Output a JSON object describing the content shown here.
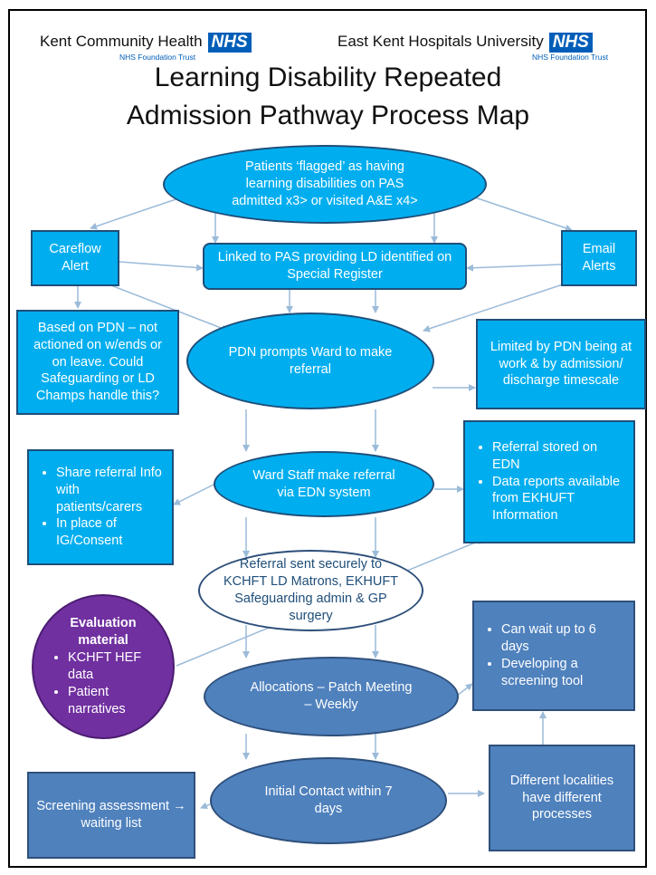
{
  "header": {
    "left_org": "Kent Community Health",
    "left_badge": "NHS",
    "left_sub": "NHS Foundation Trust",
    "right_org": "East Kent Hospitals University",
    "right_badge": "NHS",
    "right_sub": "NHS Foundation Trust",
    "title_line1": "Learning Disability Repeated",
    "title_line2": "Admission Pathway Process Map"
  },
  "nodes": {
    "flagged": "Patients ‘flagged’ as having learning disabilities on PAS admitted x3> or visited A&E x4>",
    "careflow": "Careflow Alert",
    "linked": "Linked to PAS providing LD identified on Special Register",
    "email": "Email Alerts",
    "based_on_pdn": "Based on PDN – not actioned on w/ends or on leave. Could Safeguarding or LD Champs handle this?",
    "pdn_prompts": "PDN prompts Ward to make referral",
    "limited": "Limited by PDN being at work & by admission/ discharge timescale",
    "share_items": [
      "Share referral Info with patients/carers",
      "In place of IG/Consent"
    ],
    "ward_staff": "Ward Staff make referral via EDN system",
    "stored_items": [
      "Referral stored on EDN",
      "Data reports available from EKHUFT Information"
    ],
    "referral_sent": "Referral sent securely to KCHFT LD Matrons, EKHUFT Safeguarding admin & GP surgery",
    "evaluation_title": "Evaluation material",
    "evaluation_items": [
      "KCHFT HEF data",
      "Patient narratives"
    ],
    "wait_items": [
      "Can wait up to 6 days",
      "Developing a screening tool"
    ],
    "allocations": "Allocations – Patch Meeting – Weekly",
    "initial_contact": "Initial Contact within 7 days",
    "localities": "Different localities have different processes",
    "screening": "Screening assessment → waiting list"
  }
}
